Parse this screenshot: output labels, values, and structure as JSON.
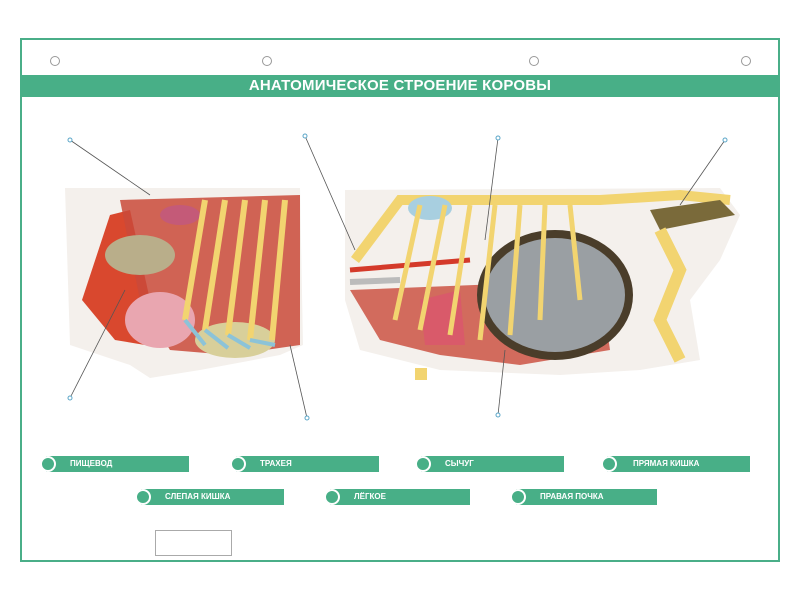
{
  "title": "АНАТОМИЧЕСКОЕ СТРОЕНИЕ КОРОВЫ",
  "labels": [
    "ПИЩЕВОД",
    "ТРАХЕЯ",
    "СЫЧУГ",
    "ПРЯМАЯ КИШКА",
    "СЛЕПАЯ КИШКА",
    "ЛЁГКОЕ",
    "ПРАВАЯ ПОЧКА"
  ],
  "colors": {
    "accent": "#48af87"
  }
}
